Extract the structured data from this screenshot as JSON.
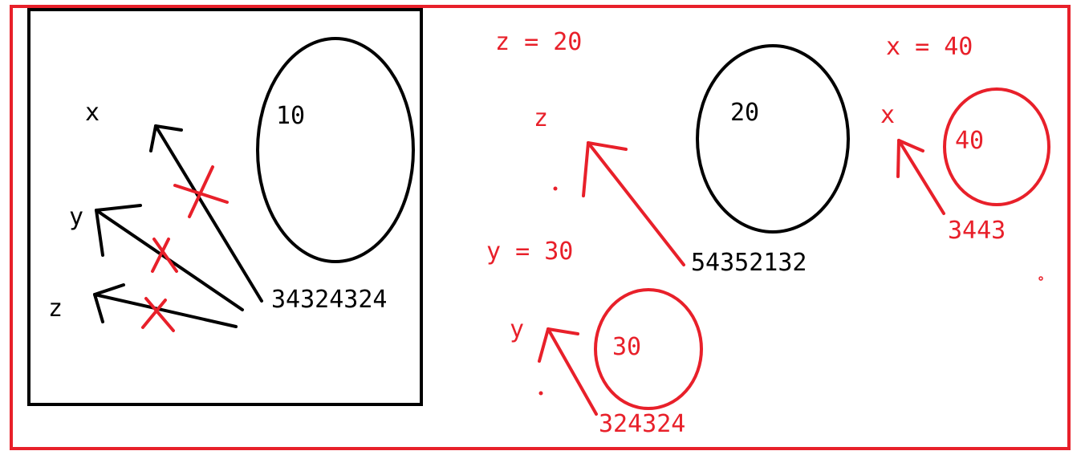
{
  "colors": {
    "black": "#000000",
    "red": "#e8202a",
    "background": "#ffffff"
  },
  "left_panel": {
    "var_x": "x",
    "var_y": "y",
    "var_z": "z",
    "object_value": "10",
    "address": "34324324"
  },
  "right_panel": {
    "z_assignment": "z = 20",
    "z_label": "z",
    "z_object_value": "20",
    "z_address": "54352132",
    "x_assignment": "x = 40",
    "x_label": "x",
    "x_object_value": "40",
    "x_address": "3443",
    "y_assignment": "y = 30",
    "y_label": "y",
    "y_object_value": "30",
    "y_address": "324324"
  }
}
